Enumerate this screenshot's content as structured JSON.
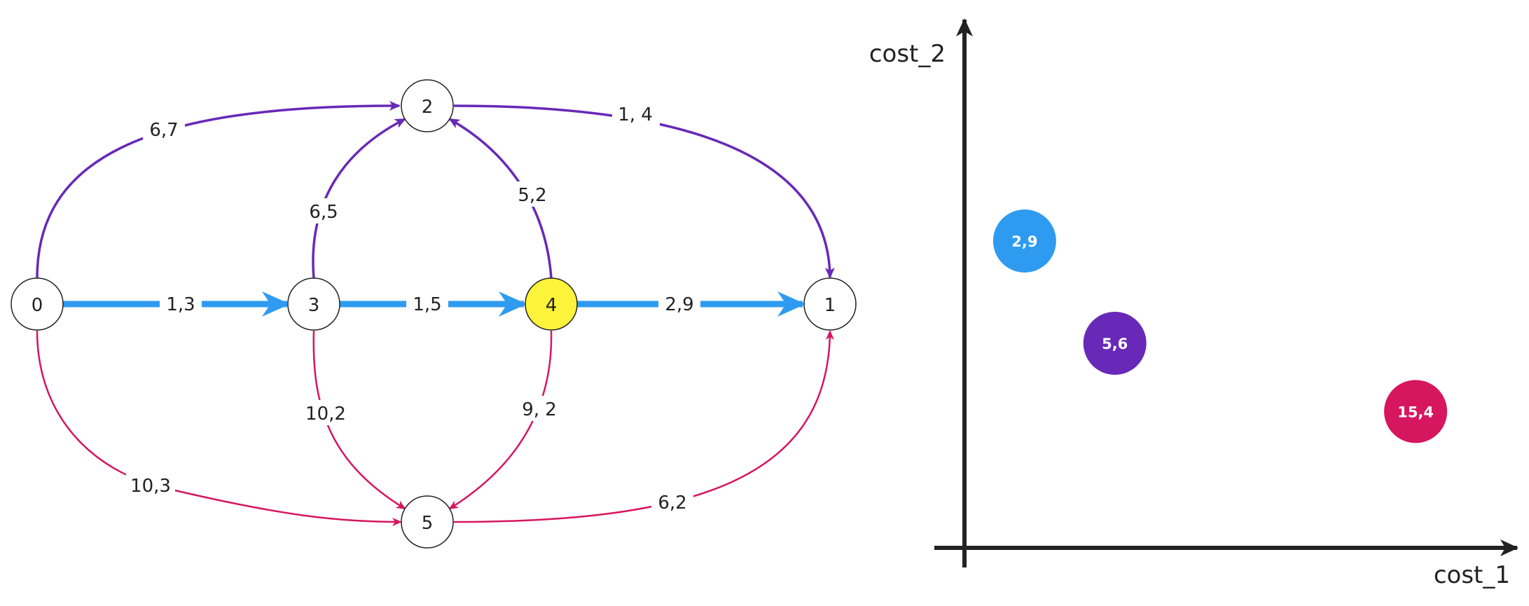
{
  "colors": {
    "blue": "#2e9bf0",
    "purple": "#6829b8",
    "pink": "#d6165f",
    "highlight": "#fcf43b",
    "node_fill": "#ffffff",
    "stroke": "#222222"
  },
  "graph": {
    "nodes": [
      {
        "id": "0",
        "label": "0",
        "highlighted": false
      },
      {
        "id": "1",
        "label": "1",
        "highlighted": false
      },
      {
        "id": "2",
        "label": "2",
        "highlighted": false
      },
      {
        "id": "3",
        "label": "3",
        "highlighted": false
      },
      {
        "id": "4",
        "label": "4",
        "highlighted": true
      },
      {
        "id": "5",
        "label": "5",
        "highlighted": false
      }
    ],
    "edges": [
      {
        "from": "0",
        "to": "3",
        "label": "1,3",
        "group": "blue"
      },
      {
        "from": "3",
        "to": "4",
        "label": "1,5",
        "group": "blue"
      },
      {
        "from": "4",
        "to": "1",
        "label": "2,9",
        "group": "blue"
      },
      {
        "from": "0",
        "to": "2",
        "label": "6,7",
        "group": "purple"
      },
      {
        "from": "3",
        "to": "2",
        "label": "6,5",
        "group": "purple"
      },
      {
        "from": "4",
        "to": "2",
        "label": "5,2",
        "group": "purple"
      },
      {
        "from": "2",
        "to": "1",
        "label": "1, 4",
        "group": "purple"
      },
      {
        "from": "0",
        "to": "5",
        "label": "10,3",
        "group": "pink"
      },
      {
        "from": "3",
        "to": "5",
        "label": "10,2",
        "group": "pink"
      },
      {
        "from": "4",
        "to": "5",
        "label": "9, 2",
        "group": "pink"
      },
      {
        "from": "5",
        "to": "1",
        "label": "6,2",
        "group": "pink"
      }
    ]
  },
  "chart_data": {
    "type": "scatter",
    "xlabel": "cost_1",
    "ylabel": "cost_2",
    "xlim": [
      0,
      17
    ],
    "ylim": [
      0,
      15
    ],
    "grid": false,
    "points": [
      {
        "x": 2,
        "y": 9,
        "label": "2,9",
        "color": "#2e9bf0"
      },
      {
        "x": 5,
        "y": 6,
        "label": "5,6",
        "color": "#6829b8"
      },
      {
        "x": 15,
        "y": 4,
        "label": "15,4",
        "color": "#d6165f"
      }
    ]
  }
}
